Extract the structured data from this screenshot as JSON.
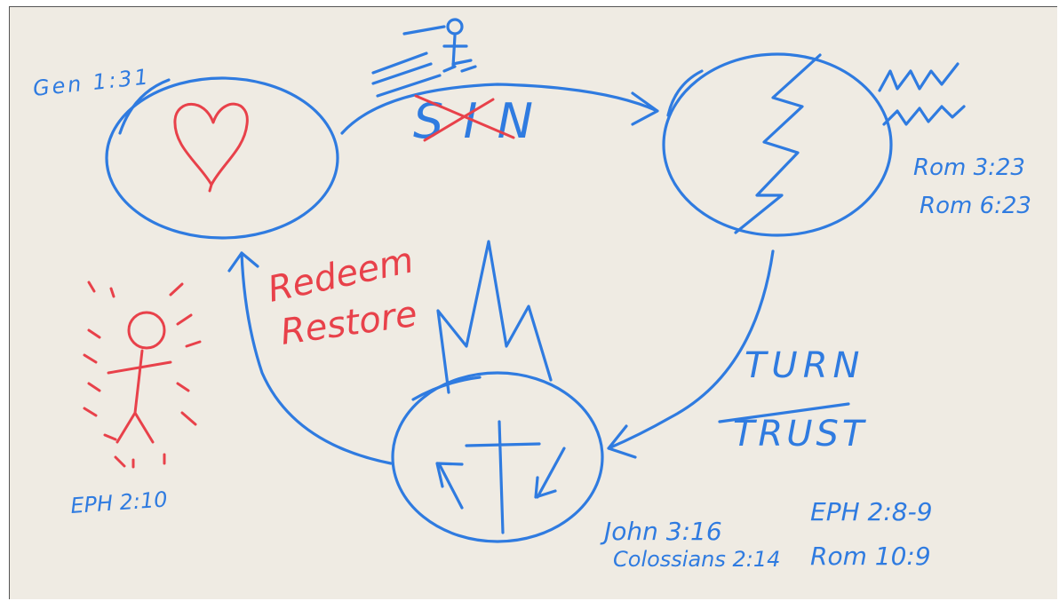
{
  "labels": {
    "gen": "Gen 1:31",
    "sin": "SIN",
    "rom1": "Rom 3:23",
    "rom2": "Rom 6:23",
    "redeem": "Redeem",
    "restore": "Restore",
    "turn": "TURN",
    "trust": "TRUST",
    "eph1": "EPH 2:10",
    "john": "John 3:16",
    "col": "Colossians 2:14",
    "eph2": "EPH 2:8-9",
    "rom3": "Rom 10:9"
  },
  "colors": {
    "blue": "#2f7be0",
    "red": "#e8414a",
    "background": "#efebe3"
  }
}
